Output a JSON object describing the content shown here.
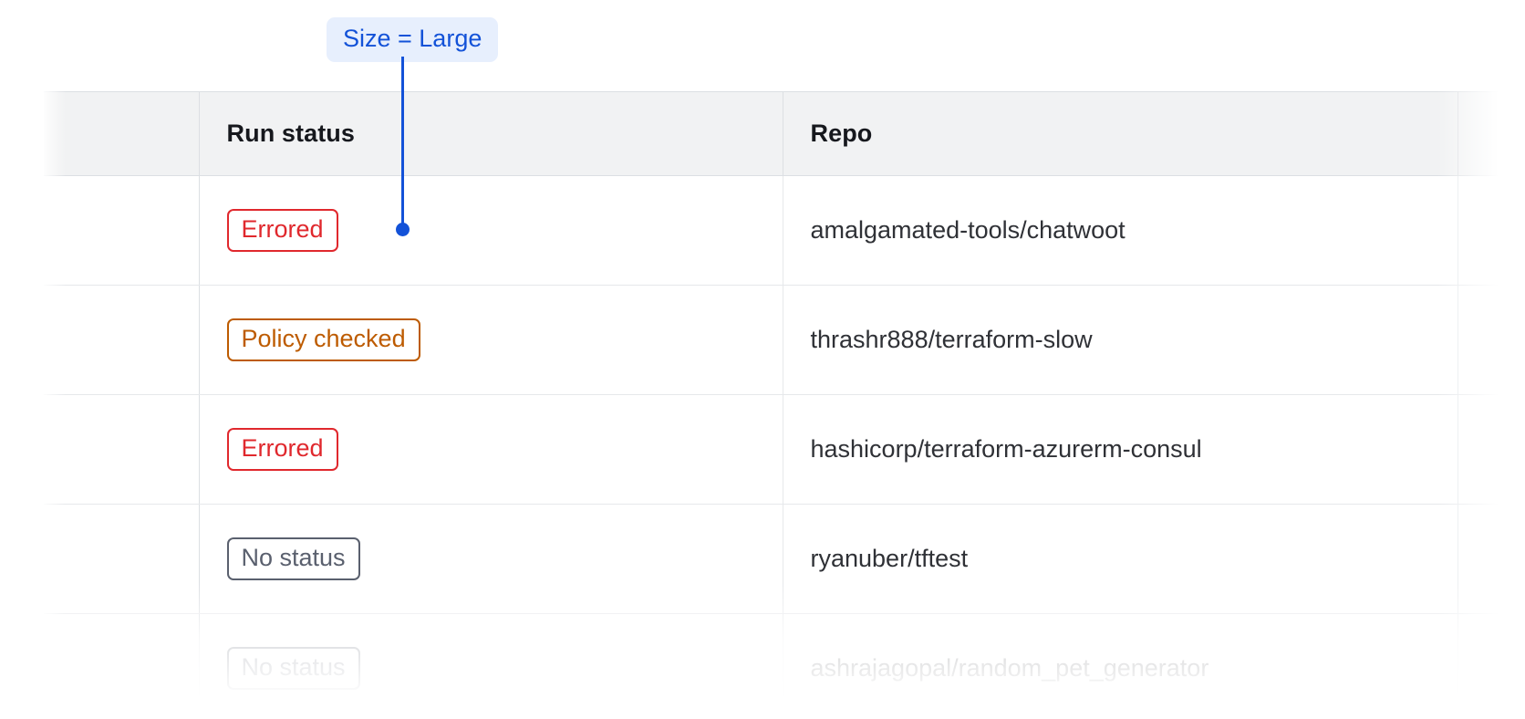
{
  "annotation": {
    "label": "Size = Large",
    "badge_bg": "#e7effd",
    "badge_text_color": "#1352d8",
    "line_color": "#1352d8"
  },
  "table": {
    "columns": [
      {
        "key": "select",
        "label": ""
      },
      {
        "key": "run_status",
        "label": "Run status"
      },
      {
        "key": "repo",
        "label": "Repo"
      },
      {
        "key": "extra",
        "label": ""
      }
    ],
    "rows": [
      {
        "status": "Errored",
        "status_variant": "errored",
        "repo": "amalgamated-tools/chatwoot"
      },
      {
        "status": "Policy checked",
        "status_variant": "policy-checked",
        "repo": "thrashr888/terraform-slow"
      },
      {
        "status": "Errored",
        "status_variant": "errored",
        "repo": "hashicorp/terraform-azurerm-consul"
      },
      {
        "status": "No status",
        "status_variant": "no-status",
        "repo": "ryanuber/tftest"
      },
      {
        "status": "No status",
        "status_variant": "no-status",
        "repo": "ashrajagopal/random_pet_generator"
      }
    ],
    "status_colors": {
      "errored": "#e0282d",
      "policy-checked": "#bd5b00",
      "no-status": "#5a606e"
    },
    "header_bg": "#f1f2f3",
    "border_color": "#e6e8eb"
  }
}
